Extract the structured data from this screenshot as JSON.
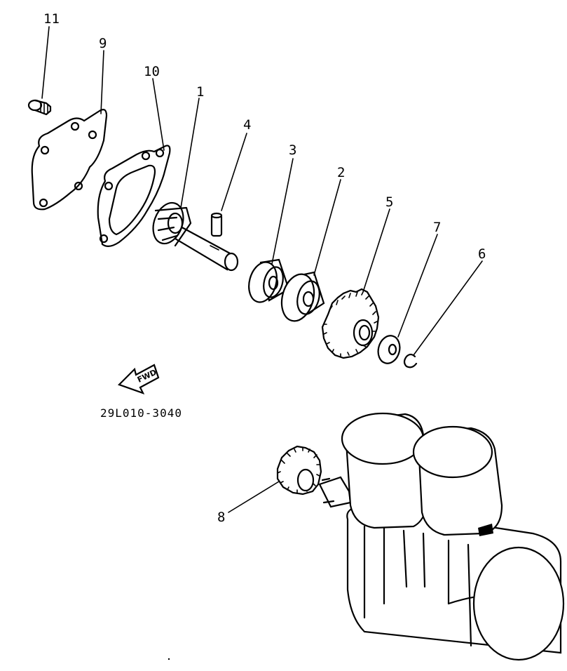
{
  "diagram": {
    "part_code": "29L010-3040",
    "fwd_label": "FWD",
    "callouts": [
      {
        "id": "p1",
        "label": "1"
      },
      {
        "id": "p2",
        "label": "2"
      },
      {
        "id": "p3",
        "label": "3"
      },
      {
        "id": "p4",
        "label": "4"
      },
      {
        "id": "p5",
        "label": "5"
      },
      {
        "id": "p6",
        "label": "6"
      },
      {
        "id": "p7",
        "label": "7"
      },
      {
        "id": "p8",
        "label": "8"
      },
      {
        "id": "p9",
        "label": "9"
      },
      {
        "id": "p10",
        "label": "10"
      },
      {
        "id": "p11",
        "label": "11"
      }
    ]
  }
}
